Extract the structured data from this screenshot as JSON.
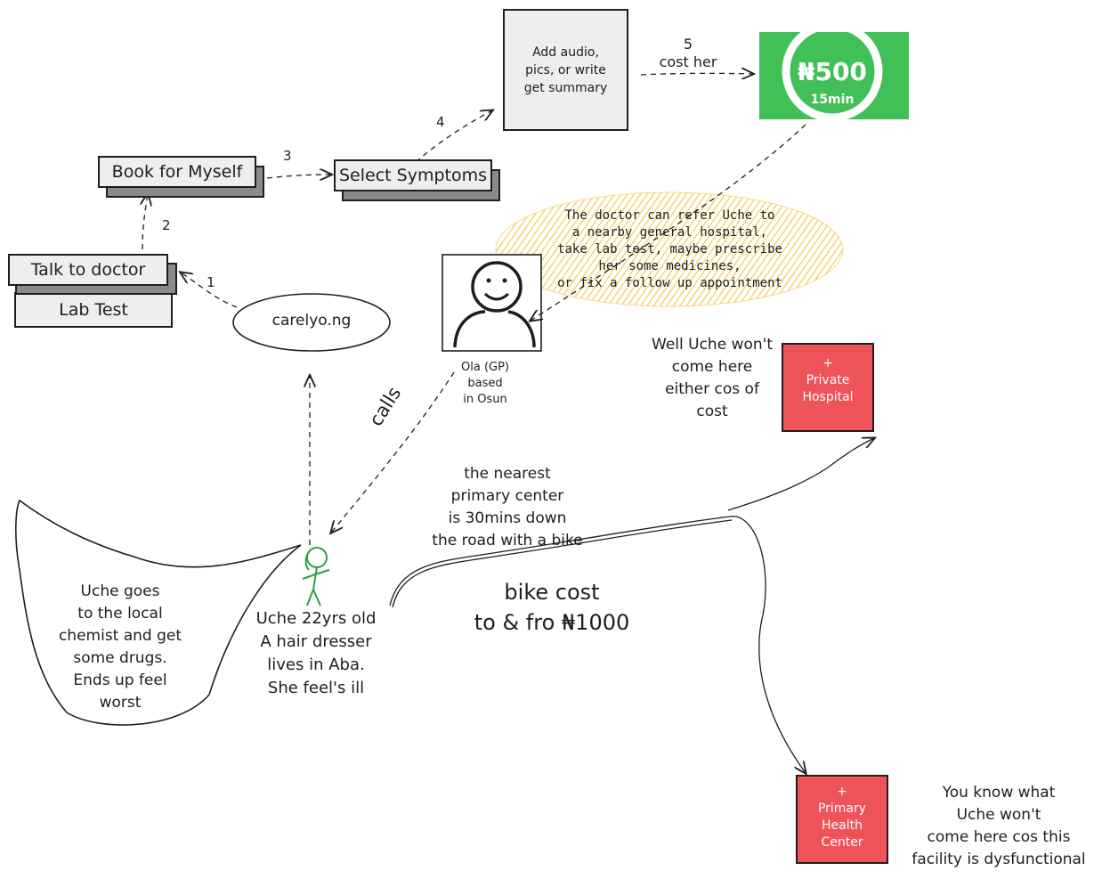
{
  "nodes": {
    "book_for_myself": "Book for Myself",
    "select_symptoms": "Select Symptoms",
    "talk_to_doctor": "Talk to doctor",
    "lab_test": "Lab Test",
    "carelyo": "carelyo.ng",
    "add_audio": [
      "Add audio,",
      "pics, or write",
      "get summary"
    ],
    "price": {
      "amount": "₦500",
      "duration": "15min"
    },
    "doctor_note": [
      "The doctor can refer Uche to",
      "a nearby general hospital,",
      "take lab test, maybe prescribe",
      "her some medicines,",
      "or fix a follow up appointment"
    ],
    "doctor_caption": [
      "Ola (GP)",
      "based",
      "in Osun"
    ],
    "private_hospital": [
      "+",
      "Private",
      "Hospital"
    ],
    "private_note": [
      "Well Uche won't",
      "come here",
      "either cos of",
      "cost"
    ],
    "primary_center_note": [
      "the nearest",
      "primary center",
      "is 30mins down",
      "the road with a bike"
    ],
    "bike_cost": [
      "bike cost",
      "to & fro ₦1000"
    ],
    "uche": [
      "Uche 22yrs old",
      "A hair dresser",
      "lives in Aba.",
      "She feel's ill"
    ],
    "chemist": [
      "Uche goes",
      "to the local",
      "chemist and get",
      "some drugs.",
      "Ends up feel",
      "worst"
    ],
    "primary_health_center": [
      "+",
      "Primary",
      "Health",
      "Center"
    ],
    "phc_note": [
      "You know what",
      "Uche won't",
      "come here cos this",
      "facility is dysfunctional"
    ]
  },
  "edges": {
    "e1": "1",
    "e2": "2",
    "e3": "3",
    "e4": "4",
    "e5": [
      "5",
      "cost her"
    ],
    "calls": "calls"
  },
  "colors": {
    "green": "#40c057",
    "red": "#ed5358",
    "yellow": "#f5c542",
    "gray": "#eeeeee",
    "figure_green": "#2f9e44"
  }
}
